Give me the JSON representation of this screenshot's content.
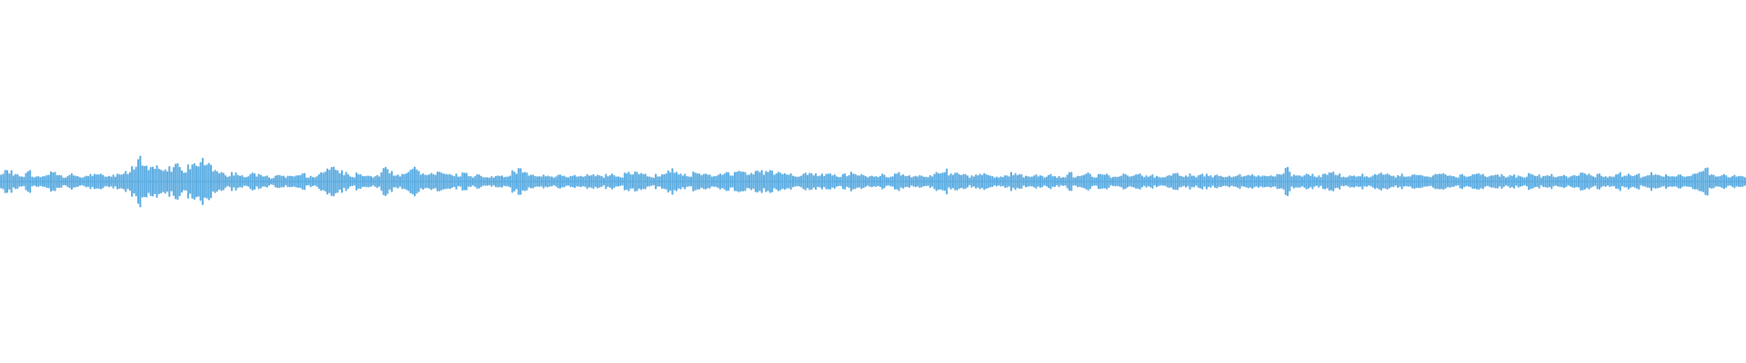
{
  "waveform": {
    "color": "#5dade2",
    "background": "#ffffff",
    "baseline_fraction": 0.5,
    "bars": [
      0.06,
      0.06,
      0.05,
      0.03,
      0.06,
      0.03,
      0.03,
      0.04,
      0.06,
      0.04,
      0.03,
      0.05,
      0.03,
      0.03,
      0.04,
      0.05,
      0.04,
      0.03,
      0.04,
      0.05,
      0.06,
      0.1,
      0.14,
      0.1,
      0.08,
      0.1,
      0.07,
      0.08,
      0.1,
      0.07,
      0.09,
      0.11,
      0.15,
      0.12,
      0.08,
      0.05,
      0.03,
      0.05,
      0.04,
      0.03,
      0.05,
      0.04,
      0.03,
      0.02,
      0.04,
      0.03,
      0.04,
      0.03,
      0.05,
      0.03,
      0.03,
      0.06,
      0.08,
      0.1,
      0.07,
      0.05,
      0.03,
      0.05,
      0.03,
      0.03,
      0.04,
      0.08,
      0.07,
      0.05,
      0.04,
      0.07,
      0.08,
      0.06,
      0.04,
      0.05,
      0.06,
      0.05,
      0.04,
      0.04,
      0.05,
      0.03,
      0.04,
      0.03,
      0.03,
      0.03,
      0.03,
      0.03,
      0.06,
      0.08,
      0.05,
      0.04,
      0.03,
      0.04,
      0.03,
      0.04,
      0.03,
      0.03,
      0.04,
      0.03,
      0.04,
      0.04,
      0.03,
      0.04,
      0.04,
      0.03,
      0.05,
      0.06,
      0.05,
      0.04,
      0.03,
      0.04,
      0.05,
      0.07,
      0.05,
      0.04,
      0.04,
      0.06,
      0.04,
      0.04,
      0.03,
      0.04,
      0.05,
      0.05,
      0.06,
      0.05,
      0.05,
      0.06,
      0.06,
      0.08,
      0.06,
      0.05,
      0.05,
      0.03,
      0.04,
      0.05,
      0.05,
      0.04,
      0.04,
      0.04,
      0.03,
      0.04,
      0.05,
      0.04,
      0.04,
      0.03,
      0.03,
      0.04,
      0.03,
      0.04,
      0.05,
      0.04,
      0.03,
      0.04,
      0.03,
      0.04,
      0.05,
      0.08,
      0.05,
      0.05,
      0.04,
      0.03,
      0.04,
      0.05,
      0.04,
      0.03,
      0.03,
      0.04,
      0.05,
      0.04,
      0.03,
      0.03,
      0.04,
      0.03,
      0.04,
      0.03,
      0.03,
      0.05,
      0.03,
      0.04,
      0.05,
      0.03,
      0.04,
      0.04,
      0.03,
      0.03,
      0.04,
      0.03,
      0.04,
      0.03,
      0.04,
      0.03,
      0.03,
      0.04,
      0.05,
      0.03,
      0.04,
      0.03,
      0.04,
      0.04,
      0.03,
      0.04,
      0.03,
      0.03,
      0.04,
      0.03,
      0.04,
      0.03,
      0.03,
      0.03,
      0.04,
      0.05,
      0.08,
      0.04,
      0.03,
      0.04,
      0.04,
      0.03,
      0.04,
      0.05,
      0.04,
      0.03,
      0.04,
      0.03,
      0.04,
      0.03,
      0.04,
      0.05,
      0.04,
      0.03,
      0.04,
      0.03,
      0.04,
      0.04,
      0.03,
      0.03,
      0.04,
      0.05,
      0.04,
      0.03,
      0.04,
      0.03,
      0.04,
      0.05,
      0.03,
      0.04,
      0.04,
      0.03,
      0.04,
      0.03,
      0.03,
      0.05,
      0.04,
      0.03,
      0.04,
      0.03,
      0.04,
      0.03,
      0.04,
      0.05,
      0.04,
      0.03,
      0.04,
      0.03,
      0.04,
      0.05,
      0.03,
      0.04,
      0.04,
      0.03,
      0.05,
      0.04,
      0.03,
      0.04,
      0.03,
      0.04,
      0.03,
      0.04,
      0.05,
      0.08,
      0.04,
      0.03,
      0.04,
      0.03,
      0.04,
      0.03
    ]
  }
}
